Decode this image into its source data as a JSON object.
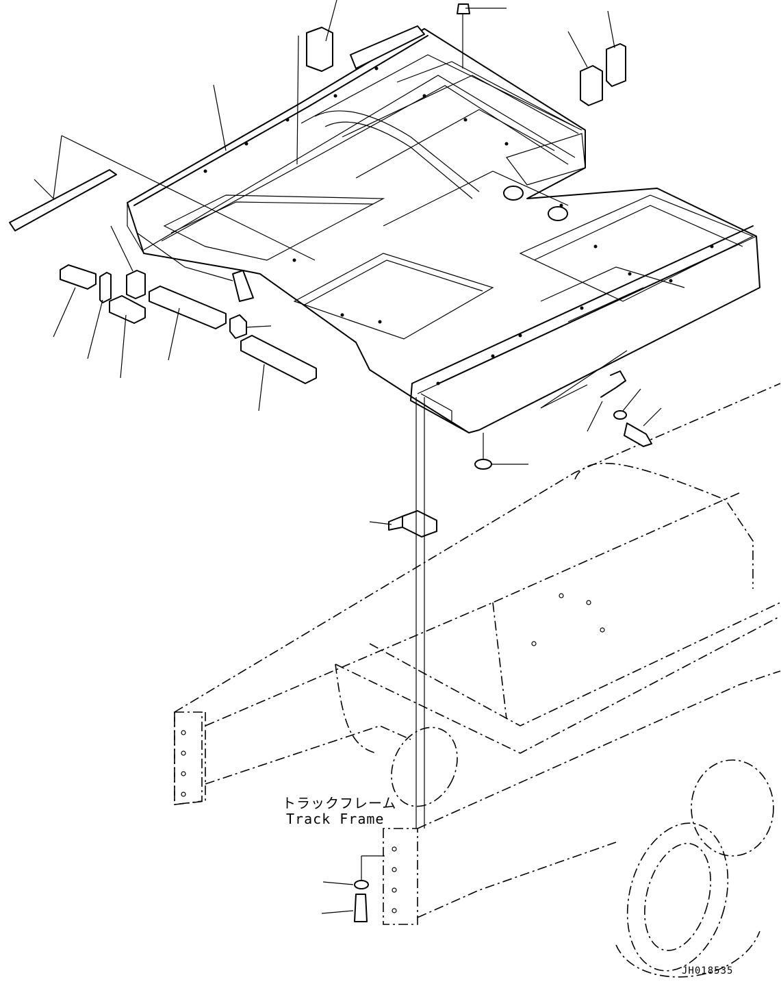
{
  "figure": {
    "track_frame_label_jp": "トラックフレーム",
    "track_frame_label_en": "Track Frame",
    "drawing_id": "JH018535"
  },
  "icons": {
    "revolving_frame": "revolving-frame-drawing",
    "track_frame": "track-frame-drawing",
    "bolt": "bolt-icon",
    "washer": "washer-icon",
    "shim_plate": "shim-plate-icon",
    "block": "block-icon"
  }
}
